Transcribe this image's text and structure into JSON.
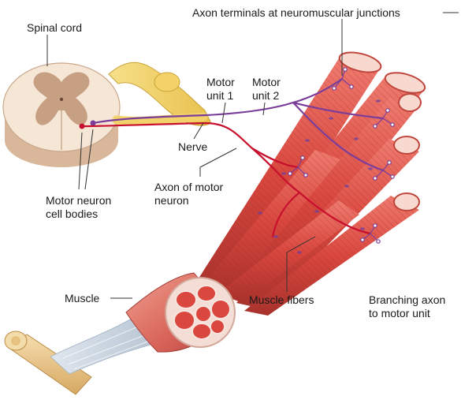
{
  "labels": {
    "spinal_cord": "Spinal cord",
    "axon_terminals": "Axon terminals at neuromuscular junctions",
    "motor_unit_1": [
      "Motor",
      "unit 1"
    ],
    "motor_unit_2": [
      "Motor",
      "unit 2"
    ],
    "nerve": "Nerve",
    "axon_of_motor_neuron": [
      "Axon of motor",
      "neuron"
    ],
    "motor_neuron_cell_bodies": [
      "Motor neuron",
      "cell bodies"
    ],
    "muscle": "Muscle",
    "muscle_fibers": "Muscle fibers",
    "branching_axon": [
      "Branching axon",
      "to motor unit"
    ]
  },
  "colors": {
    "motor_unit_1_axon": "#c8102e",
    "motor_unit_2_axon": "#7a3d9a",
    "nerve": "#f2d36b",
    "muscle_fiber": "#d9534f",
    "tendon": "#c9d6e3",
    "bone": "#e8c98a",
    "spinal_white_matter": "#f6e6d6",
    "spinal_gray_matter": "#c79f82"
  }
}
